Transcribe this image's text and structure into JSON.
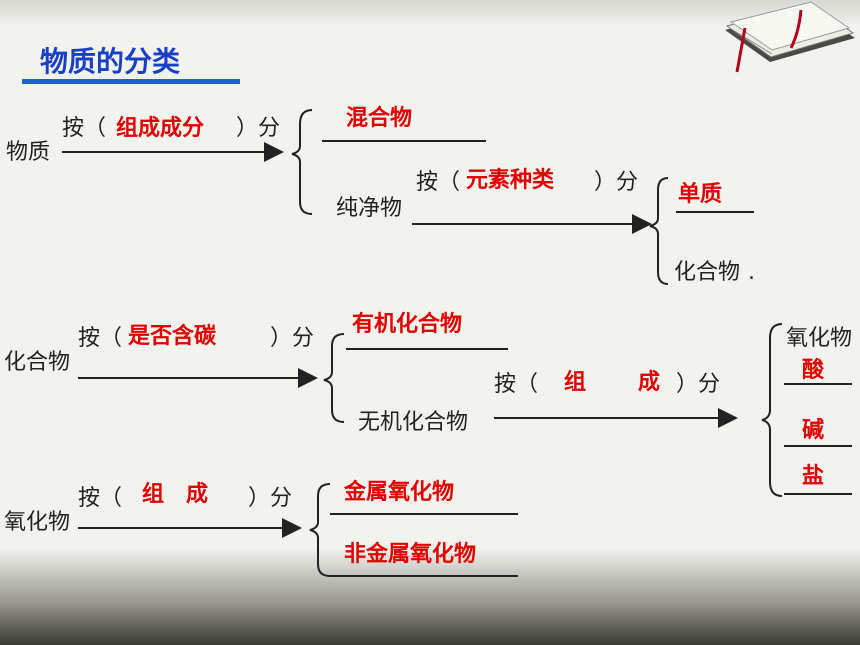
{
  "title": "物质的分类",
  "rows": {
    "wuzhi": {
      "label": "物质",
      "by_open": "按（",
      "criterion": "组成成分",
      "by_close": "）分",
      "opt1": "混合物",
      "opt2_label": "纯净物"
    },
    "chunjingwu": {
      "by_open": "按（",
      "criterion": "元素种类",
      "by_close": "）分",
      "opt1": "单质",
      "opt2": "化合物",
      "dot": "."
    },
    "huahewu": {
      "label": "化合物",
      "by_open": "按（",
      "criterion": "是否含碳",
      "by_close": "）分",
      "opt1": "有机化合物",
      "opt2_label": "无机化合物"
    },
    "wujihuahewu": {
      "by_open": "按（",
      "criterion_a": "组",
      "criterion_b": "成",
      "by_close": "）分",
      "opt1": "氧化物",
      "opt2": "酸",
      "opt3": "碱",
      "opt4": "盐"
    },
    "yanghuawu": {
      "label": "氧化物",
      "by_open": "按（",
      "criterion_a": "组",
      "criterion_b": "成",
      "by_close": "）分",
      "opt1": "金属氧化物",
      "opt2": "非金属氧化物"
    }
  }
}
